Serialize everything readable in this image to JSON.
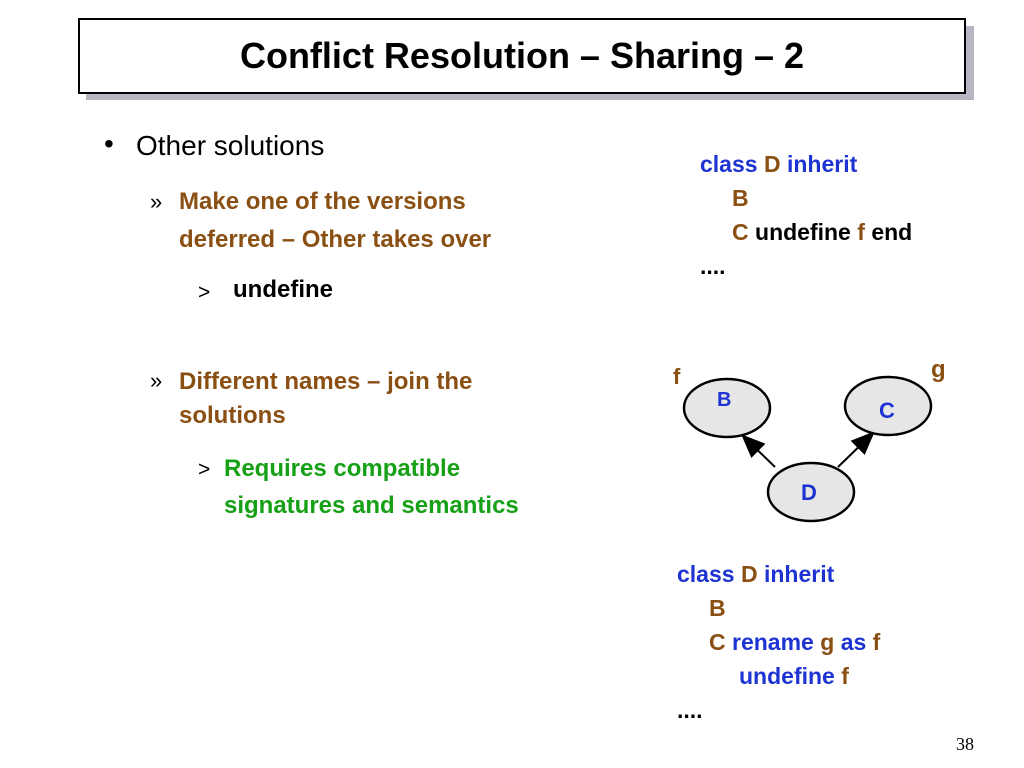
{
  "slide": {
    "title": "Conflict Resolution – Sharing – 2",
    "page_number": "38"
  },
  "left": {
    "bullet_symbol": "•",
    "bullet": "Other solutions",
    "sub_symbol": "»",
    "item1": {
      "line1": "Make one of the versions",
      "line2": "deferred – Other takes over",
      "sub_symbol": ">",
      "sub": "undefine"
    },
    "item2": {
      "line1": "Different names – join the",
      "line2": "solutions",
      "sub_symbol": ">",
      "sub_line1": "Requires compatible",
      "sub_line2": "signatures and semantics"
    }
  },
  "code_top": {
    "class_kw": "class",
    "class_name": "D",
    "inherit_kw": "inherit",
    "parent_b": "B",
    "parent_c": "C",
    "undefine_kw": "undefine",
    "feature": "f",
    "end_kw": "end",
    "ellipsis": "...."
  },
  "diagram": {
    "node_b": "B",
    "node_c": "C",
    "node_d": "D",
    "label_f": "f",
    "label_g": "g"
  },
  "code_bottom": {
    "class_kw": "class",
    "class_name": "D",
    "inherit_kw": "inherit",
    "parent_b": "B",
    "parent_c": "C",
    "rename_kw": "rename",
    "feature_g": "g",
    "as_kw": "as",
    "feature_f": "f",
    "undefine_kw": "undefine",
    "feature_f2": "f",
    "ellipsis": "...."
  },
  "colors": {
    "brown": "#8a4f12",
    "blue": "#1e34d2",
    "green": "#16a015",
    "node_fill": "#e6e6e6"
  }
}
